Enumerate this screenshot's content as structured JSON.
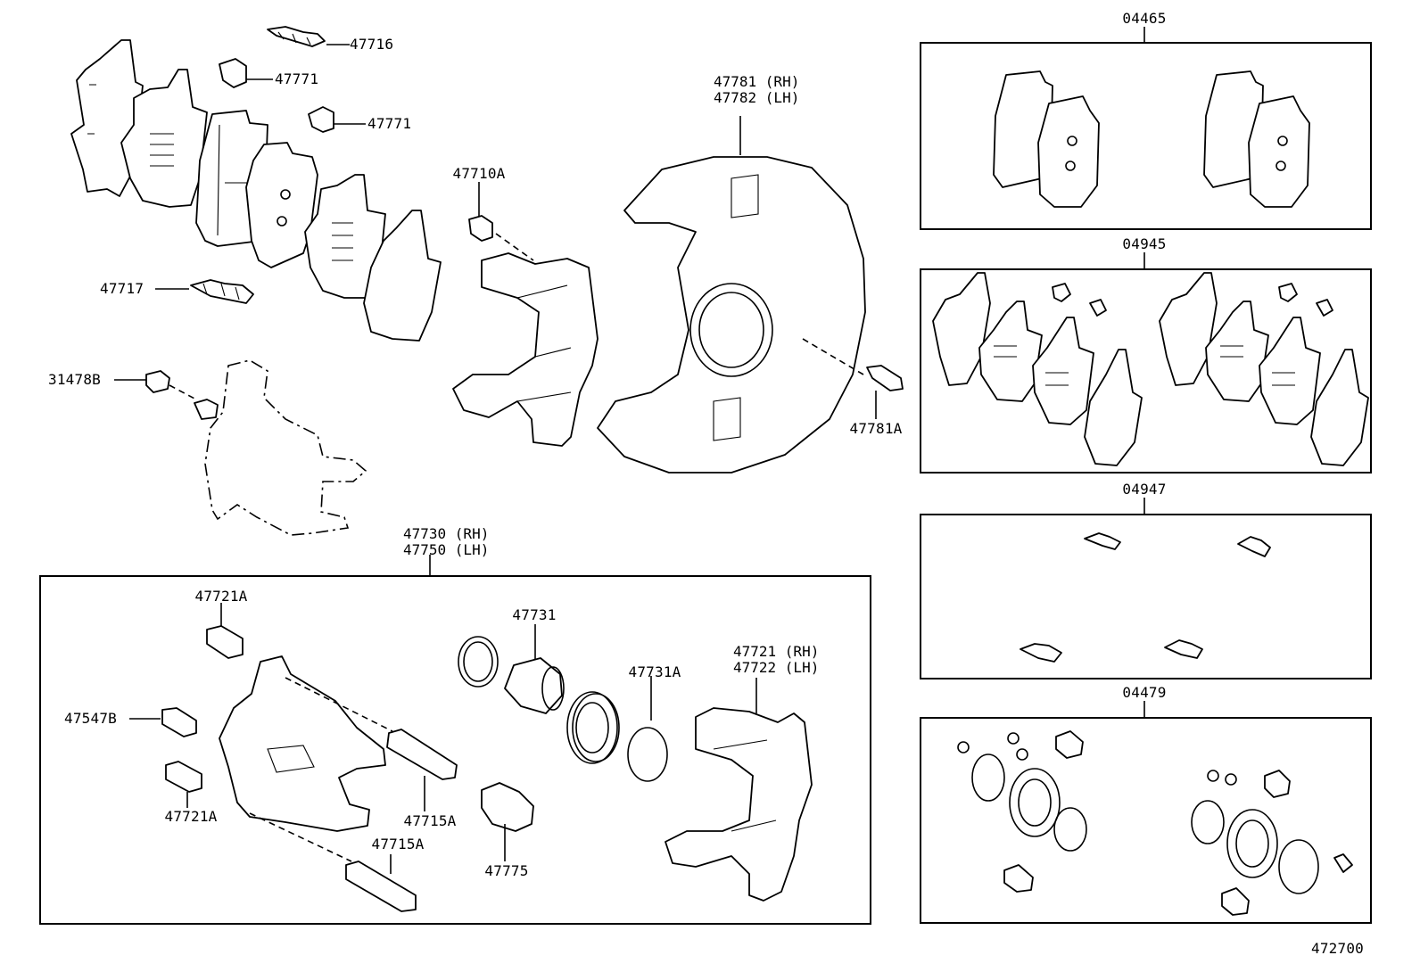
{
  "diagram_number": "472700",
  "kits": {
    "pads": "04465",
    "shims": "04945",
    "clips": "04947",
    "seals": "04479"
  },
  "labels": {
    "p47716": "47716",
    "p47771a": "47771",
    "p47771b": "47771",
    "p47717": "47717",
    "p31478b": "31478B",
    "p47710a": "47710A",
    "p47781": "47781 (RH)",
    "p47782": "47782 (LH)",
    "p47781a": "47781A",
    "p47730": "47730 (RH)",
    "p47750": "47750 (LH)",
    "p47721a_top": "47721A",
    "p47547b": "47547B",
    "p47721a_bot": "47721A",
    "p47715a_r": "47715A",
    "p47715a_b": "47715A",
    "p47731": "47731",
    "p47731a": "47731A",
    "p47775": "47775",
    "p47721": "47721 (RH)",
    "p47722": "47722 (LH)"
  }
}
